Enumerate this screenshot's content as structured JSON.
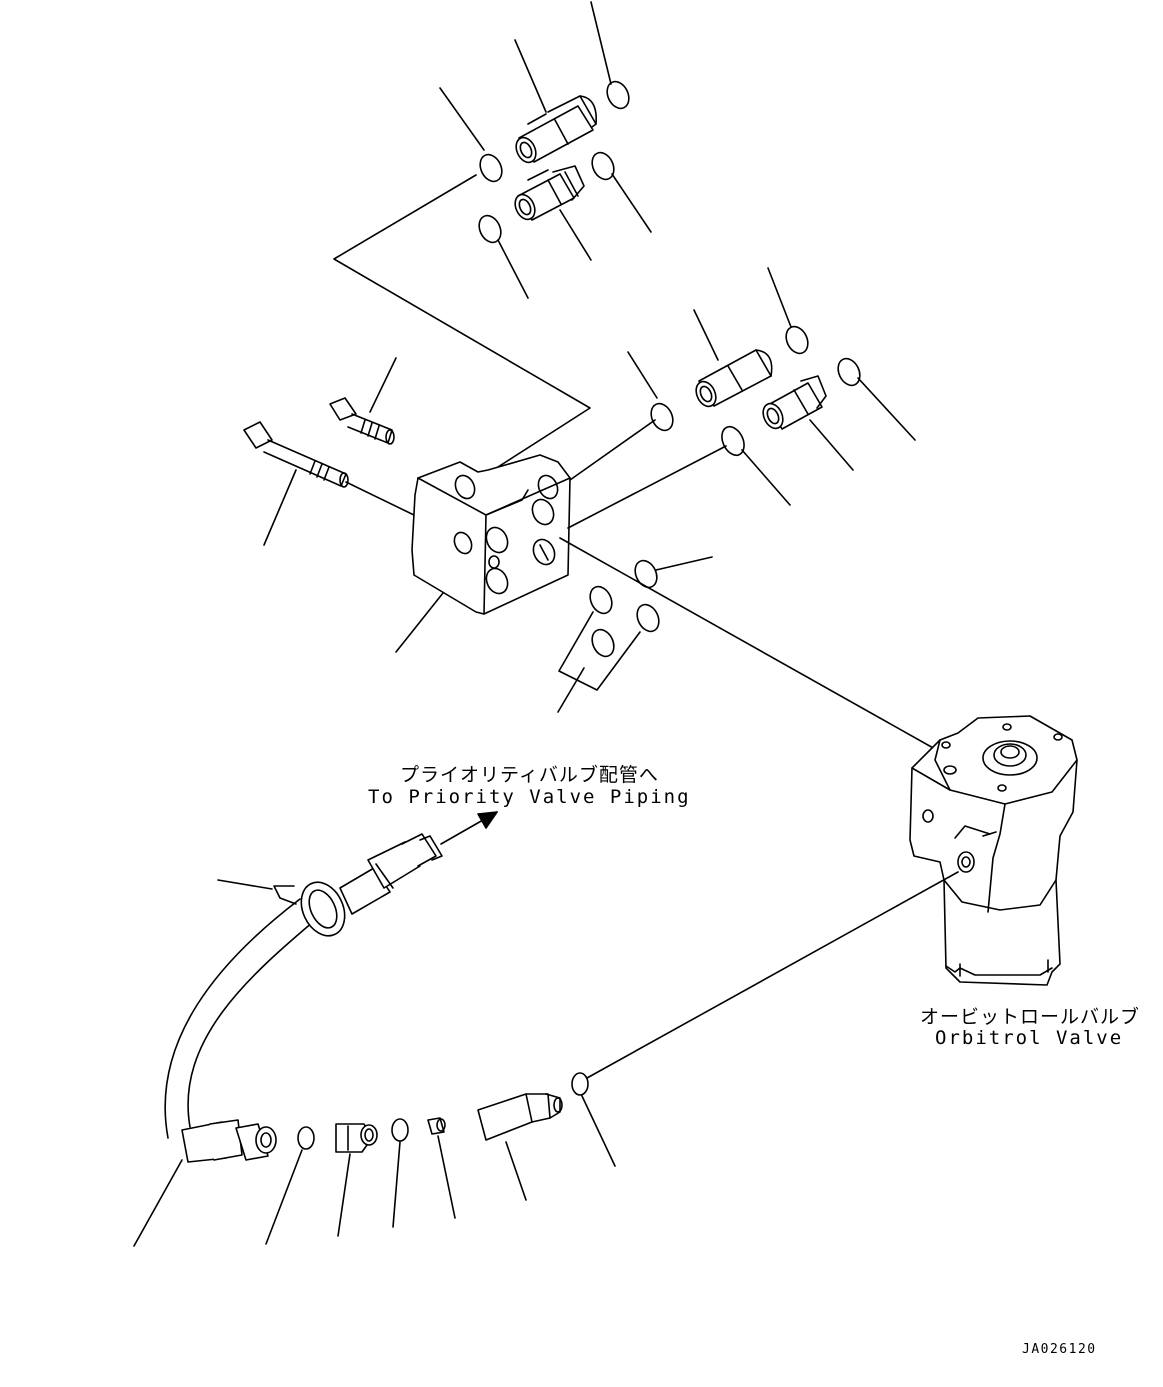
{
  "labels": {
    "priority_jp": "プライオリティバルブ配管へ",
    "priority_en": "To Priority Valve Piping",
    "orbitrol_jp": "オービットロールバルブ",
    "orbitrol_en": "Orbitrol Valve",
    "drawing_code": "JA026120"
  },
  "colors": {
    "line": "#000000",
    "background": "#ffffff"
  }
}
